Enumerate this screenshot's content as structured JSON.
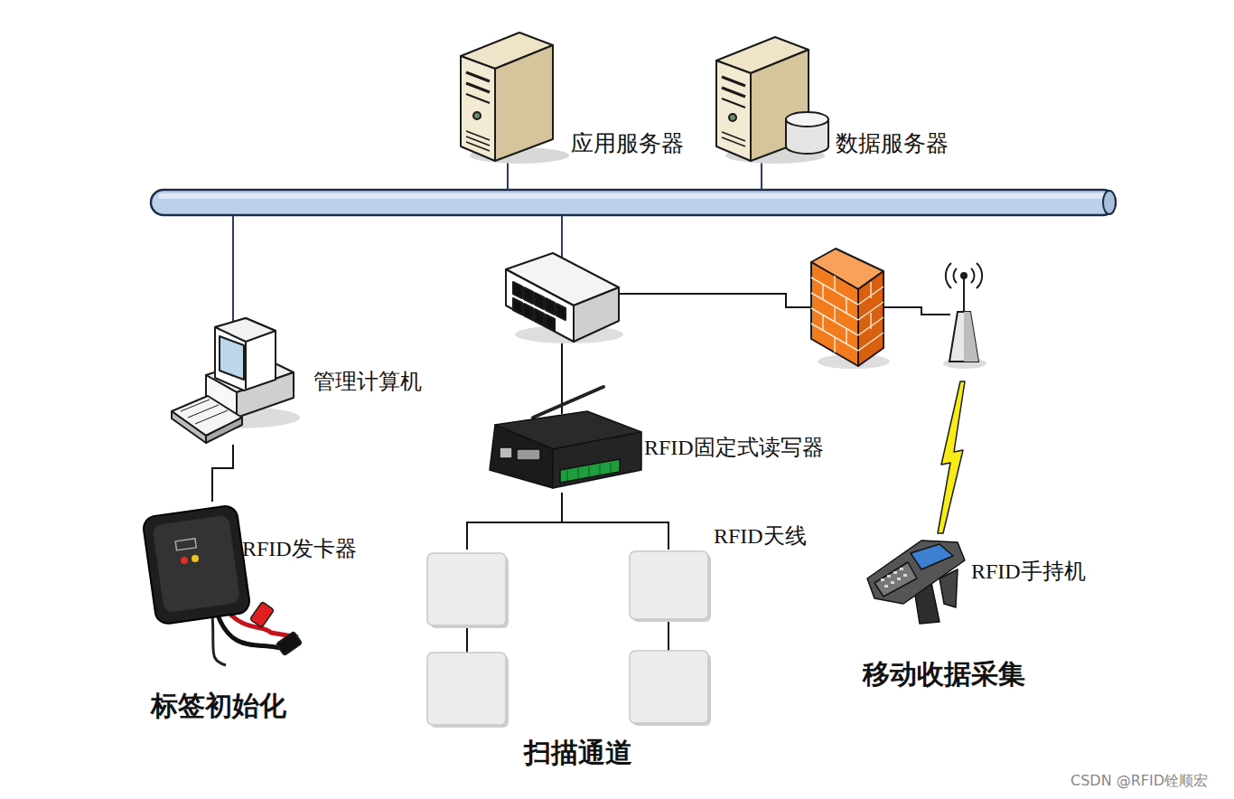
{
  "diagram": {
    "nodes": [
      {
        "text": [
          "应用服务器"
        ]
      },
      {
        "text": [
          "数据服务器"
        ]
      },
      {
        "text": [
          "管理计算机"
        ]
      },
      {
        "text": [
          "RFID发卡器"
        ]
      },
      {
        "text": [
          "RFID固定式读写器"
        ]
      },
      {
        "text": [
          "RFID天线"
        ]
      },
      {
        "text": [
          "RFID手持机"
        ]
      }
    ],
    "edges": [
      {
        "from": 2,
        "to": 3,
        "arrow": "none"
      },
      {
        "from": 4,
        "to": 5,
        "arrow": "none"
      }
    ],
    "labels": [
      "标签初始化",
      "扫描通道",
      "移动收据采集",
      "CSDN @RFID铨顺宏"
    ]
  }
}
